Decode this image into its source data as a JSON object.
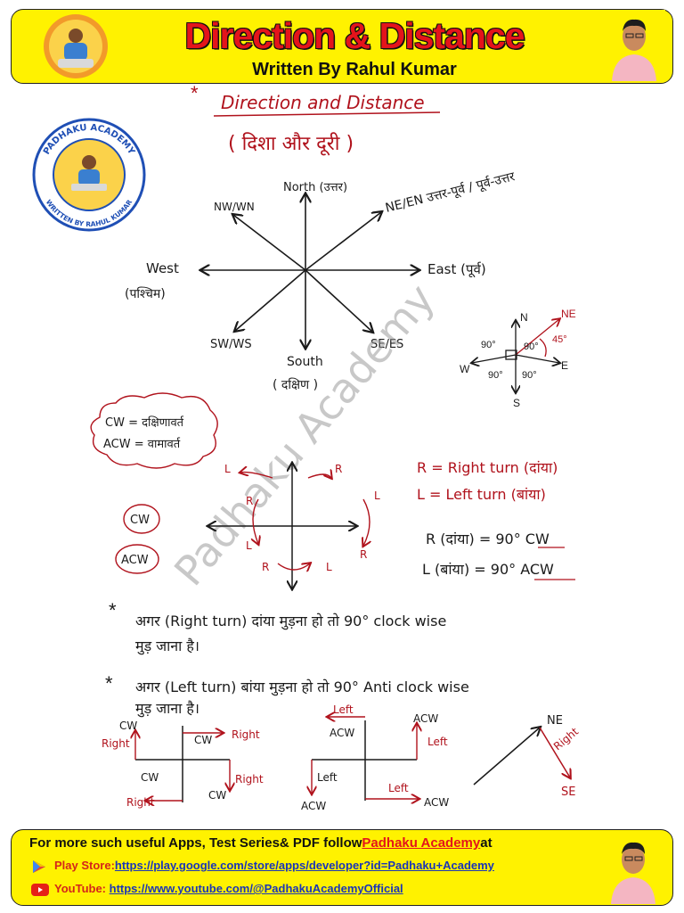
{
  "header": {
    "title": "Direction & Distance",
    "subtitle": "Written By Rahul Kumar"
  },
  "badge": {
    "top_text": "PADHAKU ACADEMY",
    "bottom_text": "WRITTEN BY RAHUL KUMAR"
  },
  "watermark": "Padhaku Academy",
  "notes": {
    "heading": "Direction and Distance",
    "heading_hindi": "( दिशा और दूरी )",
    "compass": {
      "north": "North (उत्तर)",
      "south": "South",
      "south_hindi": "( दक्षिण )",
      "east": "East (पूर्व)",
      "west": "West",
      "west_hindi": "(पश्चिम)",
      "nw": "NW/WN",
      "ne": "NE/EN उत्तर-पूर्व / पूर्व-उत्तर",
      "sw": "SW/WS",
      "se": "SE/ES"
    },
    "small_compass": {
      "n": "N",
      "s": "S",
      "e": "E",
      "w": "W",
      "ne": "NE",
      "angle_tl": "90°",
      "angle_tr": "90°",
      "angle_bl": "90°",
      "angle_br": "90°",
      "angle_45": "45°"
    },
    "cloud": {
      "line1": "CW = दक्षिणावर्त",
      "line2": "ACW = वामावर्त"
    },
    "cw_circle": "CW",
    "acw_circle": "ACW",
    "turn_labels": {
      "l": "L",
      "r": "R"
    },
    "right_def": "R = Right turn (दांया)",
    "left_def": "L = Left turn (बांया)",
    "r_eq": "R (दांया) = 90° CW",
    "l_eq": "L (बांया) = 90° ACW",
    "sentence1_a": "अगर (Right turn) दांया मुड़ना हो तो 90° clock wise",
    "sentence1_b": "मुड़ जाना है।",
    "sentence2_a": "अगर (Left turn) बांया मुड़ना हो तो 90° Anti clock wise",
    "sentence2_b": "मुड़ जाना है।",
    "bottom": {
      "cw": "CW",
      "right": "Right",
      "left": "Left",
      "acw": "ACW",
      "ne": "NE",
      "se": "SE",
      "right_diag": "Right"
    }
  },
  "footer": {
    "line1_prefix": "For more such useful Apps, Test Series& PDF follow",
    "line1_brand": "Padhaku Academy",
    "line1_suffix": "at",
    "play_label": "Play Store:",
    "play_url": "https://play.google.com/store/apps/developer?id=Padhaku+Academy",
    "yt_label": "YouTube:",
    "yt_url": "https://www.youtube.com/@PadhakuAcademyOfficial"
  },
  "colors": {
    "banner_yellow": "#fff200",
    "title_red": "#e4141b",
    "ink_dark": "#1a1a1a",
    "ink_red": "#b0121c",
    "badge_blue": "#1f4fb5",
    "link_blue": "#1a35b8"
  }
}
